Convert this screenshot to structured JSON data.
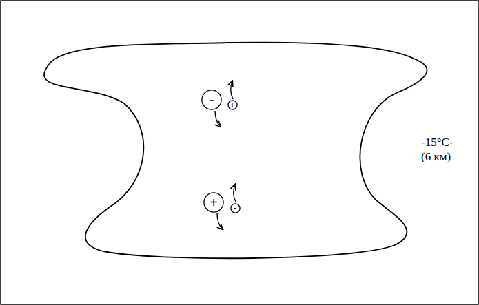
{
  "diagram": {
    "nodes": [
      {
        "text": [
          "-"
        ]
      },
      {
        "text": [
          "+"
        ]
      },
      {
        "text": [
          "+"
        ]
      },
      {
        "text": [
          "-"
        ]
      }
    ],
    "labels": [
      "-15°C-",
      "(6 км)"
    ]
  }
}
